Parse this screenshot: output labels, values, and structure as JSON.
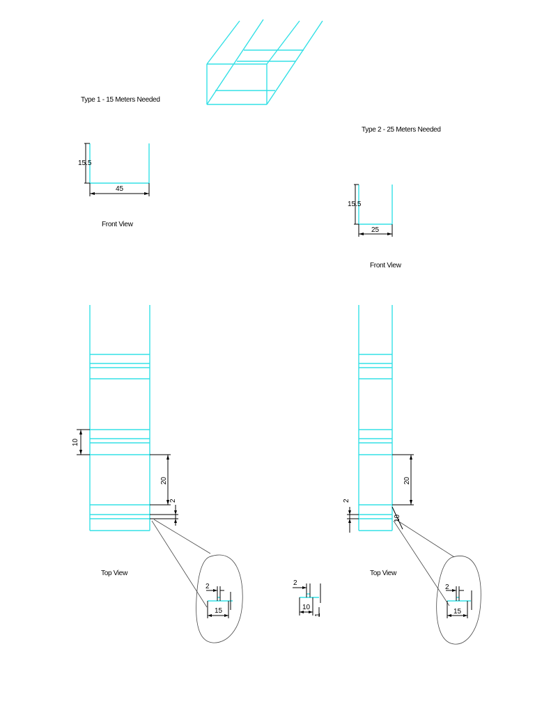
{
  "type1": {
    "title": "Type 1 - 15 Meters Needed",
    "front_view_label": "Front View",
    "top_view_label": "Top View",
    "height": "15.5",
    "width": "45",
    "spacing": "10",
    "gap": "20",
    "thickness": "2"
  },
  "type2": {
    "title": "Type 2 - 25 Meters Needed",
    "front_view_label": "Front View",
    "top_view_label": "Top View",
    "height": "15.5",
    "width": "25",
    "thickness": "2",
    "gap": "20",
    "spacing": "10"
  },
  "details": {
    "detail1": {
      "thickness": "2",
      "length": "15"
    },
    "detail_mid": {
      "thickness": "2",
      "length": "10",
      "end": "1"
    },
    "detail2": {
      "thickness": "2",
      "length": "15"
    }
  },
  "colors": {
    "line": "#33e0e6",
    "dimension": "#000000"
  }
}
